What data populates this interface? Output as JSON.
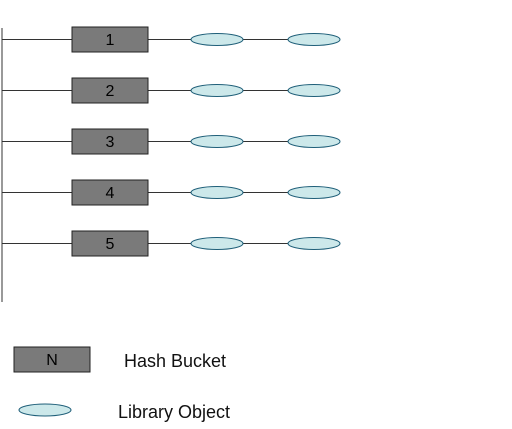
{
  "colors": {
    "bucket_fill": "#7a7a7a",
    "bucket_stroke": "#222222",
    "bucket_text": "#000000",
    "object_fill": "#cce8ea",
    "object_stroke": "#1f5f79",
    "line": "#333333"
  },
  "buckets": [
    {
      "label": "1",
      "objects": 2
    },
    {
      "label": "2",
      "objects": 2
    },
    {
      "label": "3",
      "objects": 2
    },
    {
      "label": "4",
      "objects": 2
    },
    {
      "label": "5",
      "objects": 2
    }
  ],
  "legend": {
    "bucket_symbol": "N",
    "bucket_label": "Hash Bucket",
    "object_label": "Library Object"
  }
}
